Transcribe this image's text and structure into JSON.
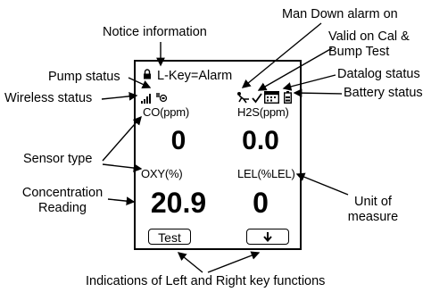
{
  "callouts": {
    "man_down": "Man Down alarm on",
    "notice": "Notice information",
    "valid_cal": "Valid on Cal &\nBump Test",
    "pump_status": "Pump status",
    "datalog_status": "Datalog status",
    "wireless_status": "Wireless status",
    "battery_status": "Battery status",
    "sensor_type": "Sensor type",
    "concentration": "Concentration\nReading",
    "unit_of_measure": "Unit of\nmeasure",
    "key_functions": "Indications of Left and Right key functions"
  },
  "device": {
    "notice_text": "L-Key=Alarm",
    "sensors": [
      {
        "type": "CO(ppm)",
        "value": "0"
      },
      {
        "type": "H2S(ppm)",
        "value": "0.0"
      },
      {
        "type": "OXY(%)",
        "value": "20.9"
      },
      {
        "type": "LEL(%LEL)",
        "value": "0"
      }
    ],
    "left_key": "Test",
    "right_key": "↓"
  },
  "icons": [
    "lock-icon",
    "signal-bars-icon",
    "pump-icon",
    "man-down-icon",
    "checkmark-icon",
    "calendar-icon",
    "battery-icon",
    "down-arrow-icon"
  ]
}
